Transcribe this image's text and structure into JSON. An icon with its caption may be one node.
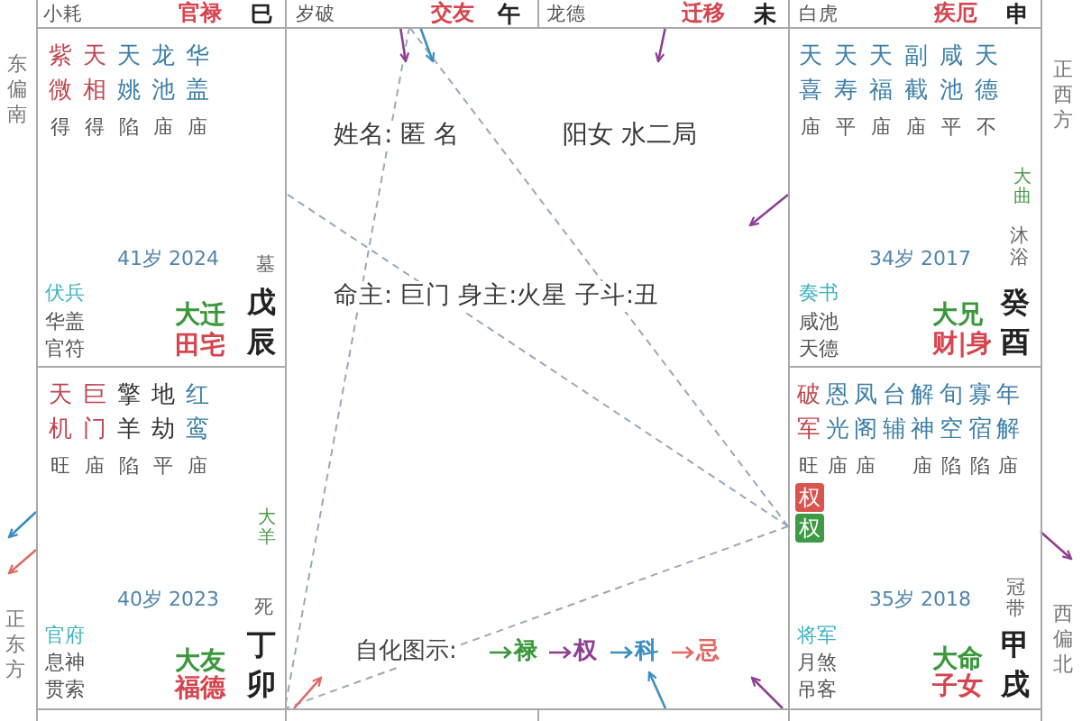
{
  "diagram": {
    "nodes": [
      {
        "text": [
          "小耗",
          "官禄",
          "巳"
        ]
      },
      {
        "text": [
          "岁破",
          "交友",
          "午"
        ]
      },
      {
        "text": [
          "龙德",
          "迁移",
          "未"
        ]
      },
      {
        "text": [
          "白虎",
          "疾厄",
          "申"
        ]
      },
      {
        "text": [
          "紫微",
          "天相",
          "天姚",
          "龙池",
          "华盖",
          "得",
          "得",
          "陷",
          "庙",
          "庙",
          "41岁 2024",
          "墓",
          "伏兵",
          "华盖",
          "官符",
          "大迁",
          "田宅",
          "戊辰"
        ]
      },
      {
        "text": [
          "天喜",
          "天寿",
          "天福",
          "副截",
          "咸池",
          "天德",
          "庙",
          "平",
          "庙",
          "庙",
          "平",
          "不",
          "大曲",
          "沐浴",
          "34岁 2017",
          "奏书",
          "咸池",
          "天德",
          "大兄",
          "财|身",
          "癸酉"
        ]
      },
      {
        "text": [
          "天机",
          "巨门",
          "擎羊",
          "地劫",
          "红鸾",
          "旺",
          "庙",
          "陷",
          "平",
          "庙",
          "大羊",
          "40岁 2023",
          "死",
          "官府",
          "息神",
          "贯索",
          "大友",
          "福德",
          "丁卯"
        ]
      },
      {
        "text": [
          "破军",
          "恩光",
          "凤阁",
          "台辅",
          "解神",
          "旬空",
          "寡宿",
          "年解",
          "旺",
          "庙",
          "庙",
          "庙",
          "陷",
          "陷",
          "庙",
          "权",
          "权",
          "冠带",
          "35岁 2018",
          "将军",
          "月煞",
          "吊客",
          "大命",
          "子女",
          "甲戌"
        ]
      },
      {
        "text": [],
        "shape": "box"
      },
      {
        "text": [],
        "shape": "box"
      },
      {
        "text": [],
        "shape": "box"
      },
      {
        "text": [],
        "shape": "box"
      }
    ],
    "edges": [
      {
        "from": 7,
        "to": 4,
        "arrow": "none",
        "style": "dashed",
        "color": "#9aa8b8"
      },
      {
        "from": 7,
        "to": 1,
        "arrow": "none",
        "style": "dashed",
        "color": "#9aa8b8"
      },
      {
        "from": 7,
        "to": 8,
        "arrow": "none",
        "style": "dashed",
        "color": "#9aa8b8"
      },
      {
        "from": 1,
        "to": 8,
        "arrow": "none",
        "style": "dashed",
        "color": "#9aa8b8"
      },
      {
        "from": 1,
        "to": null,
        "arrow": "to",
        "color": "#8e3f93"
      },
      {
        "from": 1,
        "to": null,
        "arrow": "to",
        "color": "#3b8ec2"
      },
      {
        "from": 2,
        "to": null,
        "arrow": "to",
        "color": "#8e3f93"
      },
      {
        "from": 5,
        "to": null,
        "arrow": "to",
        "color": "#8e3f93"
      },
      {
        "from": 7,
        "to": null,
        "arrow": "to",
        "color": "#8e3f93"
      },
      {
        "from": 6,
        "to": null,
        "arrow": "to",
        "color": "#3b8ec2"
      },
      {
        "from": 6,
        "to": null,
        "arrow": "to",
        "color": "#e06a64"
      },
      {
        "from": 9,
        "to": null,
        "arrow": "to",
        "color": "#e06a64"
      },
      {
        "from": 10,
        "to": null,
        "arrow": "to",
        "color": "#3b8ec2"
      },
      {
        "from": 10,
        "to": null,
        "arrow": "to",
        "color": "#8e3f93"
      }
    ],
    "labels": [
      "东偏南",
      "正西方",
      "姓名: 匿 名",
      "阳女 水二局",
      "命主: 巨门 身主:火星 子斗:丑",
      "正东方",
      "自化图示:",
      "西偏北"
    ],
    "legend": [
      {
        "text": "禄"
      },
      {
        "text": "权"
      },
      {
        "text": "科"
      },
      {
        "text": "忌"
      }
    ]
  }
}
